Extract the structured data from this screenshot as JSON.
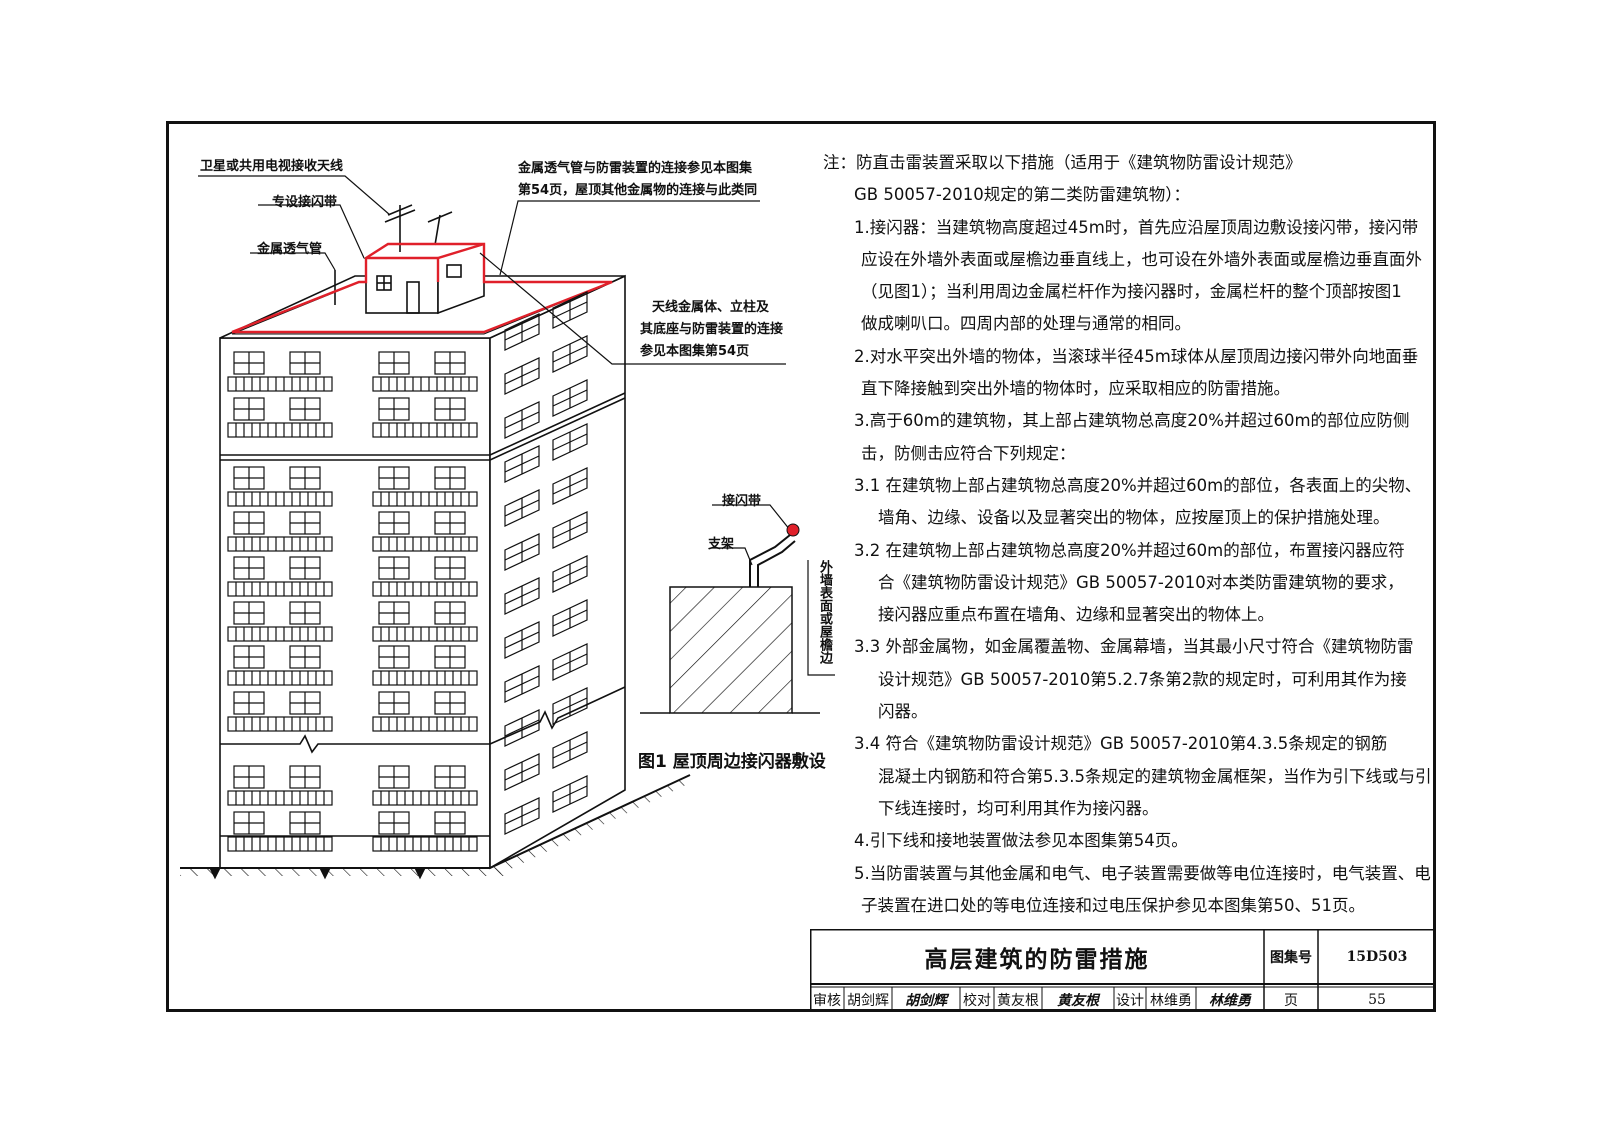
{
  "labels": {
    "antenna": "卫星或共用电视接收天线",
    "special_belt": "专设接闪带",
    "metal_vent": "金属透气管",
    "vent_note_line1": "金属透气管与防雷装置的连接参见本图集",
    "vent_note_line2": "第54页，屋顶其他金属物的连接与此类同",
    "antenna_note_line1": "天线金属体、立柱及",
    "antenna_note_line2": "其底座与防雷装置的连接",
    "antenna_note_line3": "参见本图集第54页"
  },
  "figure1": {
    "belt": "接闪带",
    "support": "支架",
    "wall_edge": "外墙表面或屋檐边",
    "caption": "图1 屋顶周边接闪器敷设"
  },
  "notes": [
    "注：防直击雷装置采取以下措施（适用于《建筑物防雷设计规范》",
    "GB 50057-2010规定的第二类防雷建筑物）：",
    "1.接闪器：当建筑物高度超过45m时，首先应沿屋顶周边敷设接闪带，接闪带",
    "应设在外墙外表面或屋檐边垂直线上，也可设在外墙外表面或屋檐边垂直面外",
    "（见图1）；当利用周边金属栏杆作为接闪器时，金属栏杆的整个顶部按图1",
    "做成喇叭口。四周内部的处理与通常的相同。",
    "2.对水平突出外墙的物体，当滚球半径45m球体从屋顶周边接闪带外向地面垂",
    "直下降接触到突出外墙的物体时，应采取相应的防雷措施。",
    "3.高于60m的建筑物，其上部占建筑物总高度20%并超过60m的部位应防侧",
    "击，防侧击应符合下列规定：",
    "3.1  在建筑物上部占建筑物总高度20%并超过60m的部位，各表面上的尖物、",
    "墙角、边缘、设备以及显著突出的物体，应按屋顶上的保护措施处理。",
    "3.2  在建筑物上部占建筑物总高度20%并超过60m的部位，布置接闪器应符",
    "合《建筑物防雷设计规范》GB 50057-2010对本类防雷建筑物的要求，",
    "接闪器应重点布置在墙角、边缘和显著突出的物体上。",
    "3.3  外部金属物，如金属覆盖物、金属幕墙，当其最小尺寸符合《建筑物防雷",
    "设计规范》GB 50057-2010第5.2.7条第2款的规定时，可利用其作为接",
    "闪器。",
    "3.4  符合《建筑物防雷设计规范》GB 50057-2010第4.3.5条规定的钢筋",
    "混凝土内钢筋和符合第5.3.5条规定的建筑物金属框架，当作为引下线或与引",
    "下线连接时，均可利用其作为接闪器。",
    "4.引下线和接地装置做法参见本图集第54页。",
    "5.当防雷装置与其他金属和电气、电子装置需要做等电位连接时，电气装置、电",
    "子装置在进口处的等电位连接和过电压保护参见本图集第50、51页。"
  ],
  "title_block": {
    "title": "高层建筑的防雷措施",
    "atlas_label": "图集号",
    "atlas_no": "15D503",
    "review_label": "审核",
    "reviewer": "胡剑辉",
    "reviewer_sig": "胡剑辉",
    "check_label": "校对",
    "checker": "黄友根",
    "checker_sig": "黄友根",
    "design_label": "设计",
    "designer": "林维勇",
    "designer_sig": "林维勇",
    "page_label": "页",
    "page_no": "55"
  },
  "colors": {
    "line": "#111111",
    "lightning_belt": "#e0202a"
  }
}
